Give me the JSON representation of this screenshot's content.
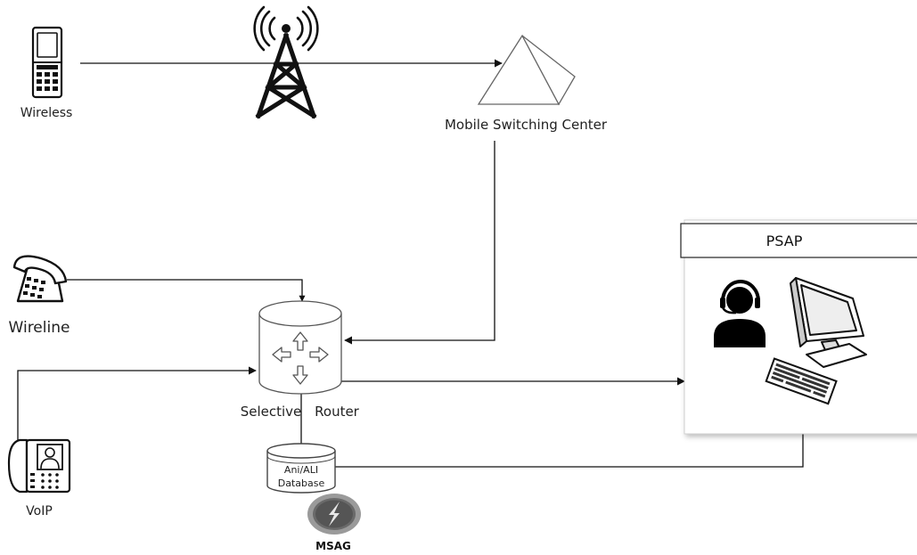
{
  "labels": {
    "wireless": "Wireless",
    "msc": "Mobile Switching Center",
    "wireline": "Wireline",
    "selective": "Selective",
    "router": "Router",
    "voip": "VoIP",
    "psap": "PSAP",
    "db_line1": "Ani/ALI",
    "db_line2": "Database",
    "msag": "MSAG"
  },
  "colors": {
    "line": "#111111",
    "shape_stroke": "#444444",
    "panel_border": "#cfcfcf",
    "msag_ring": "#9a9a9a",
    "msag_inner": "#5a5a5a"
  }
}
